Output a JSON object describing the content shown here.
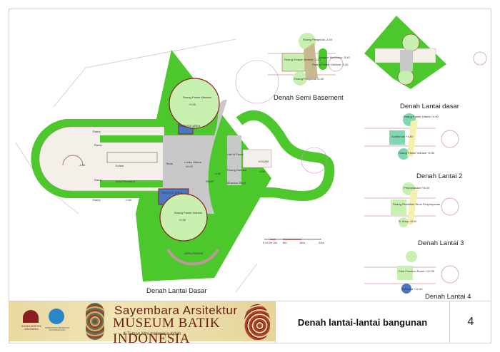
{
  "sheet": {
    "title": "Denah lantai-lantai bangunan",
    "number": "4"
  },
  "banner": {
    "line1": "Sayembara Arsitektur",
    "line2": "MUSEUM BATIK INDONESIA",
    "line3": "di Taman Mini Indonesia Indah",
    "logo_iai": "IKATAN ARSITEK INDONESIA",
    "logo_kemdikbud": "KEMENTERIAN PENDIDIKAN DAN KEBUDAYAAN"
  },
  "main_plan": {
    "caption": "Denah Lantai Dasar",
    "labels": {
      "ramp1": "Ramp",
      "ramp2": "Ramp",
      "ramp3": "Ramp",
      "ramp4": "Ramp",
      "kolam1": "Kolam",
      "area_penerima": "Area Penerima",
      "lvl_160": "-1.60",
      "lvl_260": "-2.60",
      "lvl_040": "-0.40",
      "lvl_050": "-0.50",
      "teras": "Teras",
      "lobby": "Lobby Utama",
      "lobby_lvl": "±0.00",
      "service1": "SERVICE AREA",
      "service2": "SERVICE AREA",
      "maestro": "Ruang Pamer Maestro",
      "maestro_lvl": "+0.00",
      "industri": "Ruang Pamer Industri",
      "industri_lvl": "+0.00",
      "ramp_center": "RAMP",
      "kolam2": "KOLAM",
      "hall_pamer": "Hall of Fame",
      "ruang_inserasi": "Ruang Inserasi",
      "museum_shop": "Museum Shop",
      "area_parkir": "AREA PARKIR"
    },
    "scale_bar": [
      "0 m 2m 4m",
      "8m",
      "16m",
      "24m"
    ]
  },
  "semi_basement": {
    "caption": "Denah Semi Basement",
    "labels": [
      "Ruang Pengelola -3.40",
      "Ruang Simpan Koleksi -3.40",
      "Ruang Pamer Outdoor -3.40",
      "Ruang Pengelola -3.40",
      "Bengkel Workshop -3.40"
    ]
  },
  "lantai_dasar_small": {
    "caption": "Denah Lantai dasar"
  },
  "lantai2": {
    "caption": "Denah Lantai 2",
    "labels": [
      "Ruang Pamer Utama +4.00",
      "Auditorium +4.00",
      "Ruang Pamer Industri +4.00"
    ]
  },
  "lantai3": {
    "caption": "Denah Lantai 3",
    "labels": [
      "Perpustakaan +8.00",
      "Ruang Penelitian Studi Penyimpanan",
      "R. Arsip +8.00"
    ]
  },
  "lantai4": {
    "caption": "Denah Lantai 4",
    "labels": [
      "Free Function Room +12.00",
      "Kafetaria +12.00"
    ]
  },
  "colors": {
    "green": "#4cc72c",
    "light_green": "#c8f0b0",
    "gray": "#c8c8c8",
    "blue": "#4a78c0",
    "maroon": "#8a1e1e"
  }
}
